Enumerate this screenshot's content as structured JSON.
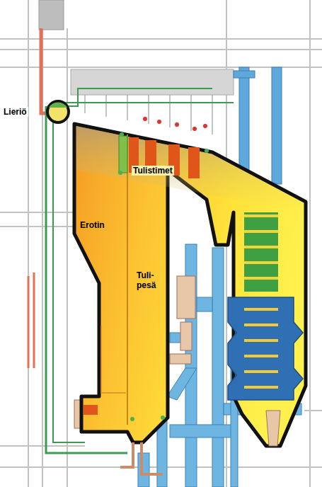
{
  "diagram": {
    "labels": [
      "Lieriö",
      "Tulistimet",
      "Erotin",
      "Tuli- pesä"
    ]
  }
}
